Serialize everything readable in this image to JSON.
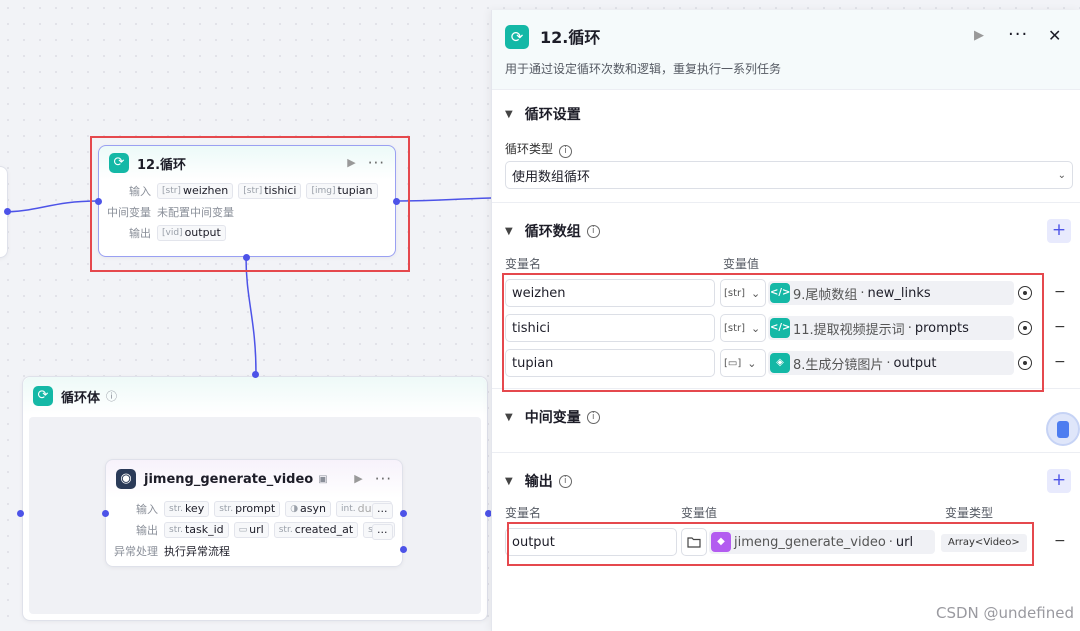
{
  "canvas": {
    "loop_node": {
      "title": "12.循环",
      "input_label": "输入",
      "inputs": [
        {
          "type": "[str]",
          "name": "weizhen"
        },
        {
          "type": "[str]",
          "name": "tishici"
        },
        {
          "type": "[img]",
          "name": "tupian"
        }
      ],
      "mid_label": "中间变量",
      "mid_value": "未配置中间变量",
      "output_label": "输出",
      "output": {
        "type": "[vid]",
        "name": "output"
      }
    },
    "loop_body": {
      "title": "循环体",
      "info_icon": "ⓘ",
      "plugin_node": {
        "title": "jimeng_generate_video",
        "input_label": "输入",
        "inputs": [
          {
            "type": "str.",
            "name": "key"
          },
          {
            "type": "str.",
            "name": "prompt"
          },
          {
            "type": "◑",
            "name": "asyn"
          },
          {
            "type": "int.",
            "name": "durat"
          }
        ],
        "output_label": "输出",
        "outputs": [
          {
            "type": "str.",
            "name": "task_id"
          },
          {
            "type": "▭",
            "name": "url"
          },
          {
            "type": "str.",
            "name": "created_at"
          },
          {
            "type": "str.",
            "name": "s"
          }
        ],
        "error_label": "异常处理",
        "error_value": "执行异常流程",
        "more": "···"
      }
    }
  },
  "panel": {
    "title": "12.循环",
    "description": "用于通过设定循环次数和逻辑，重复执行一系列任务",
    "loop_settings": {
      "title": "循环设置",
      "type_label": "循环类型",
      "type_value": "使用数组循环"
    },
    "loop_array": {
      "title": "循环数组",
      "col_name": "变量名",
      "col_value": "变量值",
      "rows": [
        {
          "name": "weizhen",
          "type": "[str]",
          "icon": "</>",
          "icon_color": "#14b8a6",
          "ref_node": "9.尾帧数组",
          "ref_var": "new_links"
        },
        {
          "name": "tishici",
          "type": "[str]",
          "icon": "</>",
          "icon_color": "#14b8a6",
          "ref_node": "11.提取视频提示词",
          "ref_var": "prompts"
        },
        {
          "name": "tupian",
          "type": "[▭]",
          "icon": "◈",
          "icon_color": "#14b8a6",
          "ref_node": "8.生成分镜图片",
          "ref_var": "output"
        }
      ]
    },
    "mid_vars": {
      "title": "中间变量"
    },
    "output": {
      "title": "输出",
      "col_name": "变量名",
      "col_value": "变量值",
      "col_type": "变量类型",
      "row": {
        "name": "output",
        "ref_node": "jimeng_generate_video",
        "ref_var": "url",
        "type": "Array<Video>",
        "icon_color": "#b35cf0"
      }
    }
  },
  "icons": {
    "loop": "loop-arrows-icon",
    "play": "▶",
    "more": "···",
    "close": "✕",
    "chevron": "chevron-down-icon",
    "plus": "+",
    "minus": "−"
  },
  "watermark": "CSDN @undefined",
  "colors": {
    "accent": "#4d53e8",
    "loop": "#14b8a6",
    "highlight": "#e5484d"
  }
}
